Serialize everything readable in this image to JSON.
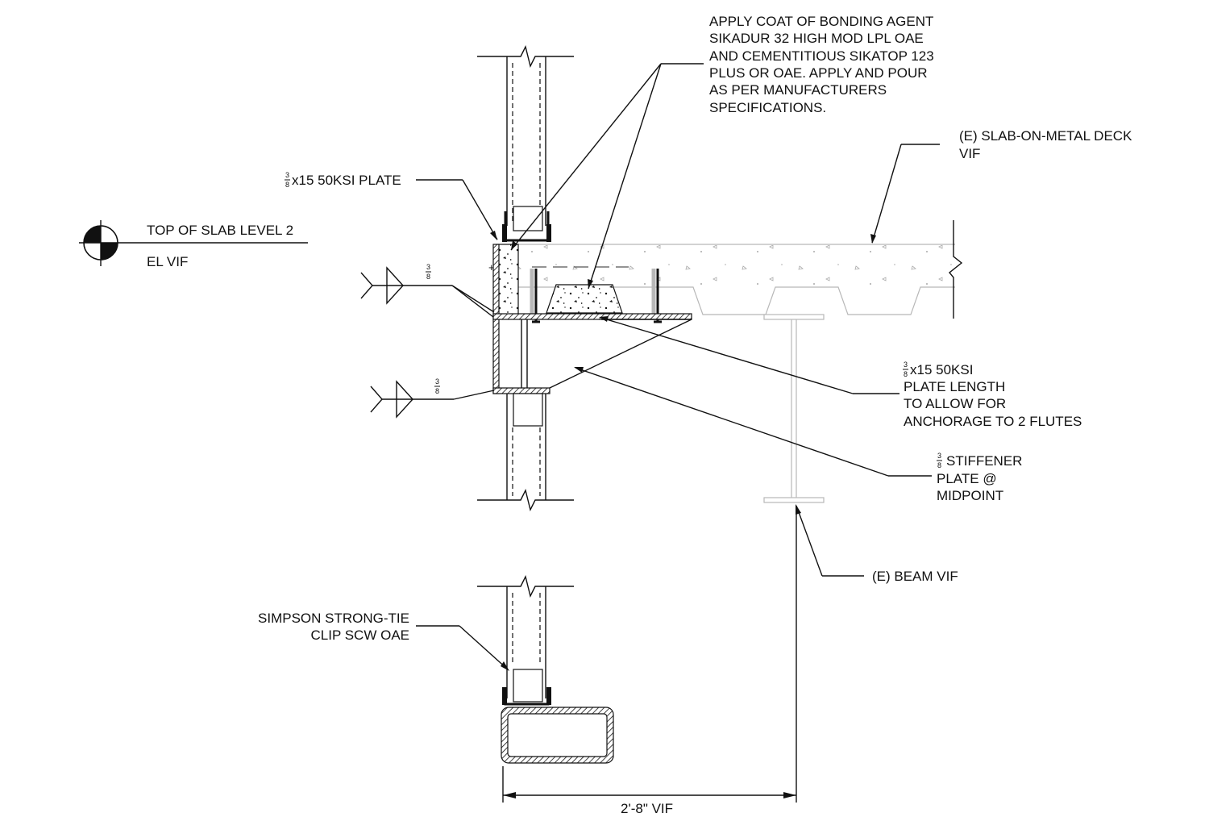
{
  "notes": {
    "bonding_agent": [
      "APPLY COAT OF BONDING AGENT",
      "SIKADUR 32 HIGH MOD LPL OAE",
      "AND CEMENTITIOUS SIKATOP 123",
      "PLUS OR OAE.  APPLY AND POUR",
      "AS PER MANUFACTURERS",
      "SPECIFICATIONS."
    ],
    "slab_deck": [
      "(E) SLAB-ON-METAL DECK",
      "VIF"
    ],
    "plate_top": {
      "frac_num": "3",
      "frac_den": "8",
      "text": "x15 50KSI PLATE"
    },
    "level_mark": {
      "line1": "TOP OF SLAB LEVEL 2",
      "line2": "EL  VIF"
    },
    "weld_upper": {
      "frac_num": "3",
      "frac_den": "8"
    },
    "weld_lower": {
      "frac_num": "3",
      "frac_den": "8"
    },
    "plate_length": {
      "frac_num": "3",
      "frac_den": "8",
      "line1": "x15 50KSI",
      "line2": "PLATE LENGTH",
      "line3": "TO ALLOW FOR",
      "line4": "ANCHORAGE TO 2 FLUTES"
    },
    "stiffener": {
      "frac_num": "3",
      "frac_den": "8",
      "line1": "STIFFENER",
      "line2": "PLATE @",
      "line3": "MIDPOINT"
    },
    "beam": "(E) BEAM VIF",
    "clip": [
      "SIMPSON STRONG-TIE",
      "CLIP SCW OAE"
    ],
    "dimension": "2'-8\" VIF"
  }
}
